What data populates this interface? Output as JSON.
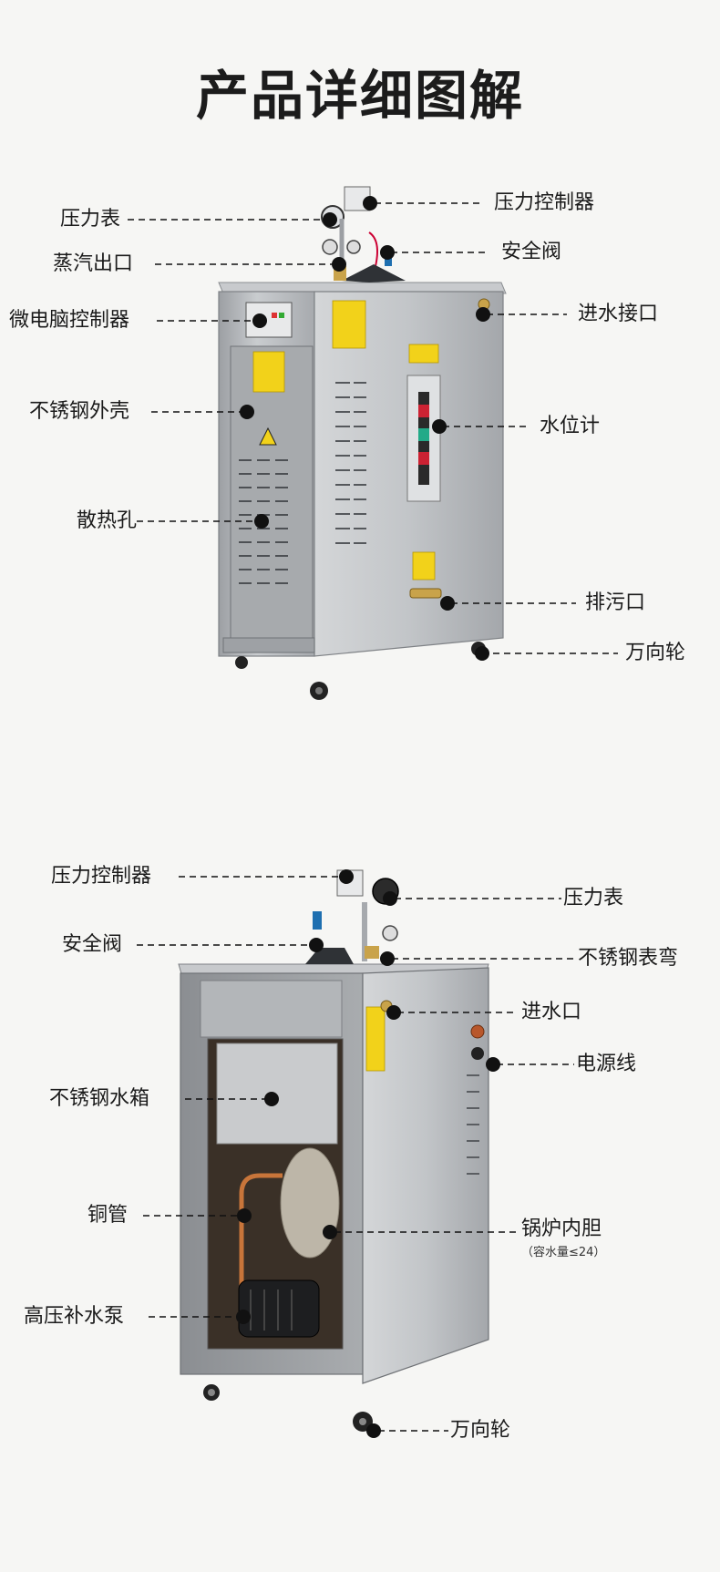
{
  "title": "产品详细图解",
  "diagram1": {
    "labels": {
      "pressure_gauge": "压力表",
      "pressure_controller": "压力控制器",
      "steam_outlet": "蒸汽出口",
      "safety_valve": "安全阀",
      "controller": "微电脑控制器",
      "water_inlet": "进水接口",
      "shell": "不锈钢外壳",
      "water_level": "水位计",
      "vents": "散热孔",
      "drain": "排污口",
      "caster": "万向轮"
    }
  },
  "diagram2": {
    "labels": {
      "pressure_controller": "压力控制器",
      "pressure_gauge": "压力表",
      "safety_valve": "安全阀",
      "gauge_siphon": "不锈钢表弯",
      "water_inlet": "进水口",
      "power_cord": "电源线",
      "water_tank": "不锈钢水箱",
      "copper_pipe": "铜管",
      "boiler_core": "锅炉内胆",
      "boiler_capacity": "（容水量≤24）",
      "pump": "高压补水泵",
      "caster": "万向轮"
    }
  },
  "colors": {
    "background": "#f6f6f4",
    "steel": "#b9bcbf",
    "steel_dark": "#8d9094",
    "warning_yellow": "#f2d21a",
    "dot": "#111111"
  }
}
